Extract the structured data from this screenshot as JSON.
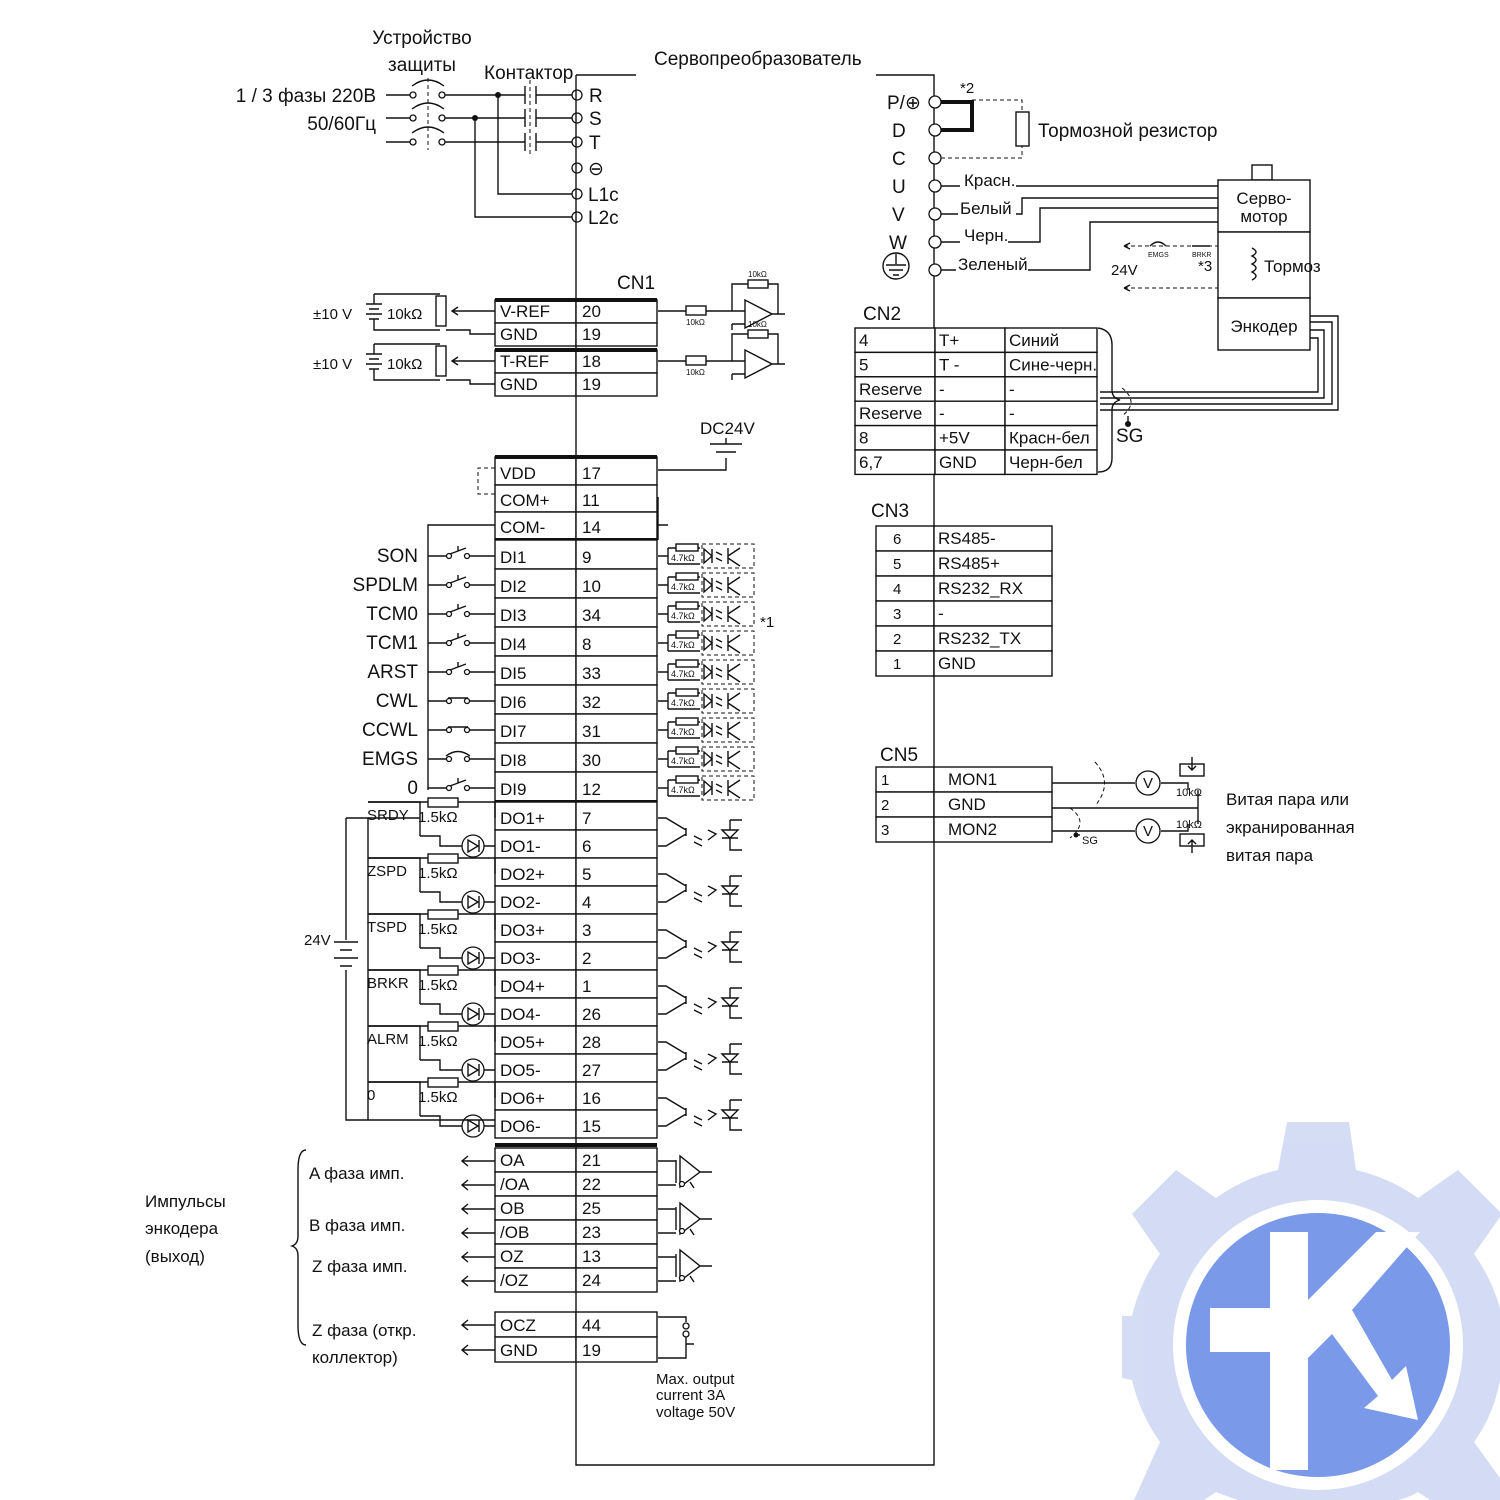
{
  "title": {
    "protection": [
      "Устройство",
      "защиты"
    ],
    "contactor": "Контактор",
    "servo_drive": "Сервопреобразователь",
    "supply": [
      "1 / 3 фазы 220В",
      "50/60Гц"
    ]
  },
  "power_terminals": [
    "R",
    "S",
    "T",
    "⊖",
    "L1c",
    "L2c"
  ],
  "right_terminals": [
    "P/⊕",
    "D",
    "C",
    "U",
    "V",
    "W"
  ],
  "notes": {
    "n1": "*1",
    "n2": "*2",
    "n3": "*3"
  },
  "brake_resistor": "Тормозной резистор",
  "motor_wires": [
    "Красн.",
    "Белый",
    "Черн.",
    "Зеленый"
  ],
  "servo_motor": [
    "Серво-",
    "мотор"
  ],
  "brake": {
    "label": "Тормоз",
    "voltage": "24V",
    "emgs": "EMGS",
    "brkr": "BRKR"
  },
  "encoder": "Энкодер",
  "cn1": {
    "label": "CN1",
    "analog": [
      {
        "src": "±10 V",
        "pot": "10kΩ",
        "rows": [
          [
            "V-REF",
            "20"
          ],
          [
            "GND",
            "19"
          ]
        ]
      },
      {
        "src": "±10 V",
        "pot": "10kΩ",
        "rows": [
          [
            "T-REF",
            "18"
          ],
          [
            "GND",
            "19"
          ]
        ]
      }
    ],
    "amp_r": "10kΩ",
    "dc24": "DC24V",
    "power_rows": [
      [
        "VDD",
        "17"
      ],
      [
        "COM+",
        "11"
      ],
      [
        "COM-",
        "14"
      ]
    ],
    "di_rows": [
      {
        "sig": "SON",
        "pin": "DI1",
        "num": "9"
      },
      {
        "sig": "SPDLM",
        "pin": "DI2",
        "num": "10"
      },
      {
        "sig": "TCM0",
        "pin": "DI3",
        "num": "34"
      },
      {
        "sig": "TCM1",
        "pin": "DI4",
        "num": "8"
      },
      {
        "sig": "ARST",
        "pin": "DI5",
        "num": "33"
      },
      {
        "sig": "CWL",
        "pin": "DI6",
        "num": "32"
      },
      {
        "sig": "CCWL",
        "pin": "DI7",
        "num": "31"
      },
      {
        "sig": "EMGS",
        "pin": "DI8",
        "num": "30"
      },
      {
        "sig": "0",
        "pin": "DI9",
        "num": "12"
      }
    ],
    "di_r": "4.7kΩ",
    "do_rows": [
      {
        "sig": "SRDY",
        "p": [
          "DO1+",
          "7"
        ],
        "m": [
          "DO1-",
          "6"
        ]
      },
      {
        "sig": "ZSPD",
        "p": [
          "DO2+",
          "5"
        ],
        "m": [
          "DO2-",
          "4"
        ]
      },
      {
        "sig": "TSPD",
        "p": [
          "DO3+",
          "3"
        ],
        "m": [
          "DO3-",
          "2"
        ]
      },
      {
        "sig": "BRKR",
        "p": [
          "DO4+",
          "1"
        ],
        "m": [
          "DO4-",
          "26"
        ]
      },
      {
        "sig": "ALRM",
        "p": [
          "DO5+",
          "28"
        ],
        "m": [
          "DO5-",
          "27"
        ]
      },
      {
        "sig": "0",
        "p": [
          "DO6+",
          "16"
        ],
        "m": [
          "DO6-",
          "15"
        ]
      }
    ],
    "do_r": "1.5kΩ",
    "do_supply": "24V",
    "enc_rows": [
      [
        "OA",
        "21"
      ],
      [
        "/OA",
        "22"
      ],
      [
        "OB",
        "25"
      ],
      [
        "/OB",
        "23"
      ],
      [
        "OZ",
        "13"
      ],
      [
        "/OZ",
        "24"
      ]
    ],
    "enc_phase": [
      "A фаза имп.",
      "B фаза имп.",
      "Z фаза имп."
    ],
    "enc_group": [
      "Импульсы",
      "энкодера",
      "(выход)"
    ],
    "ocz_rows": [
      [
        "OCZ",
        "44"
      ],
      [
        "GND",
        "19"
      ]
    ],
    "ocz_label": [
      "Z фаза (откр.",
      "коллектор)"
    ],
    "max_out": [
      "Max. output",
      "current 3A",
      "voltage 50V"
    ]
  },
  "cn2": {
    "label": "CN2",
    "rows": [
      [
        "4",
        "T+",
        "Синий"
      ],
      [
        "5",
        "T -",
        "Сине-черн."
      ],
      [
        "Reserve",
        "-",
        "-"
      ],
      [
        "Reserve",
        "-",
        "-"
      ],
      [
        "8",
        "+5V",
        "Красн-бел"
      ],
      [
        "6,7",
        "GND",
        "Черн-бел"
      ]
    ],
    "sg": "SG"
  },
  "cn3": {
    "label": "CN3",
    "rows": [
      [
        "6",
        "RS485-"
      ],
      [
        "5",
        "RS485+"
      ],
      [
        "4",
        "RS232_RX"
      ],
      [
        "3",
        "-"
      ],
      [
        "2",
        "RS232_TX"
      ],
      [
        "1",
        "GND"
      ]
    ]
  },
  "cn5": {
    "label": "CN5",
    "rows": [
      [
        "1",
        "MON1"
      ],
      [
        "2",
        "GND"
      ],
      [
        "3",
        "MON2"
      ]
    ],
    "meter": "V",
    "pot": "10kΩ",
    "sg": "SG",
    "note": [
      "Витая пара или",
      "экранированная",
      "витая пара"
    ]
  }
}
